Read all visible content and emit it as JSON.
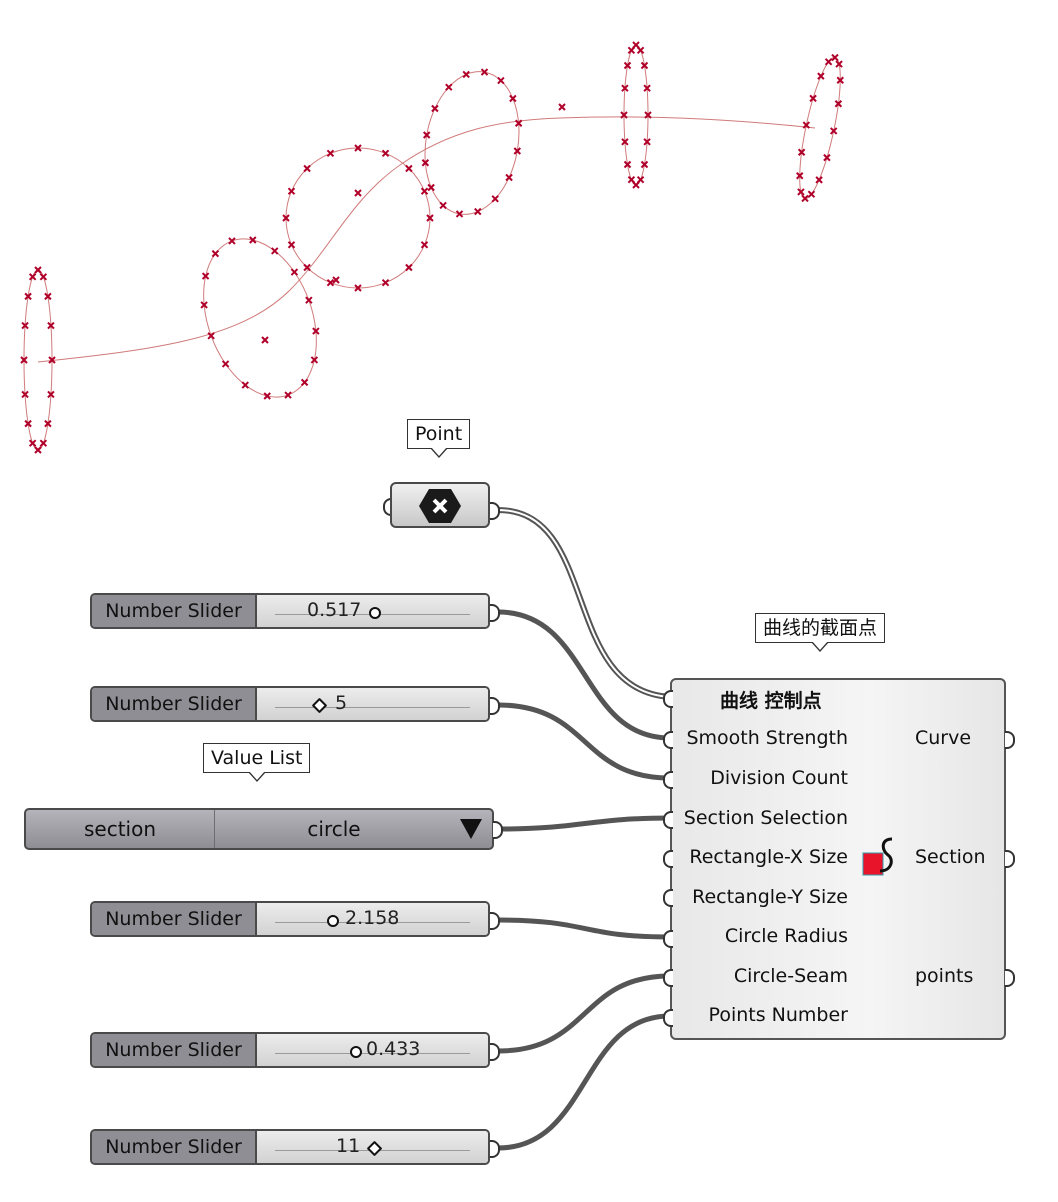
{
  "point_param": {
    "tag": "Point"
  },
  "sliders": [
    {
      "label": "Number Slider",
      "value": "0.517",
      "position": 0.22
    },
    {
      "label": "Number Slider",
      "value": "5",
      "position": 0.18
    },
    {
      "label": "Number Slider",
      "value": "2.158",
      "position": 0.32
    },
    {
      "label": "Number Slider",
      "value": "0.433",
      "position": 0.42
    },
    {
      "label": "Number Slider",
      "value": "11",
      "position": 0.48
    }
  ],
  "value_list": {
    "tag": "Value List",
    "name": "section",
    "selected": "circle"
  },
  "component": {
    "tag": "曲线的截面点",
    "inputs": [
      "曲线 控制点",
      "Smooth Strength",
      "Division Count",
      "Section Selection",
      "Rectangle-X Size",
      "Rectangle-Y Size",
      "Circle Radius",
      "Circle-Seam",
      "Points Number"
    ],
    "outputs": [
      "Curve",
      "Section",
      "points"
    ]
  },
  "colors": {
    "point_marker": "#b0002a",
    "curve": "#d07a7a",
    "wire": "#555555",
    "icon_red": "#e8142a"
  }
}
